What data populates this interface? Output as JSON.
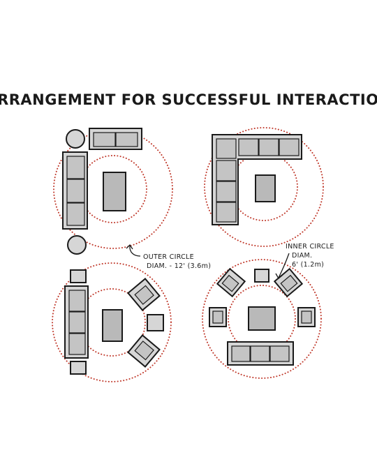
{
  "title": "ARRANGEMENT FOR SUCCESSFUL INTERACTION",
  "annotations": {
    "outer": {
      "line1": "OUTER CIRCLE",
      "line2": "DIAM. - 12' (3.6m)"
    },
    "inner": {
      "line1": "INNER CIRCLE",
      "line2": "DIAM.",
      "line3": "6' (1.2m)"
    }
  },
  "colors": {
    "ring": "#c0392b",
    "furniture": "#d6d6d6",
    "table": "#b9b9b9",
    "ink": "#1a1a1a"
  }
}
